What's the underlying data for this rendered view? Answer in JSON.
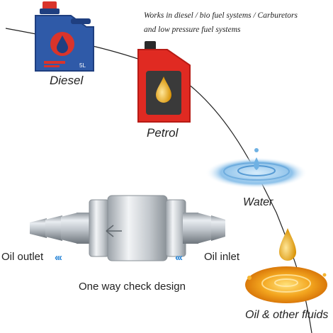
{
  "description_lines": [
    "Works in diesel / bio fuel systems / Carburetors",
    "and low pressure fuel systems"
  ],
  "labels": {
    "diesel": "Diesel",
    "petrol": "Petrol",
    "water": "Water",
    "oil": "Oil & other fluids",
    "oil_outlet": "Oil outlet",
    "oil_inlet": "Oil inlet",
    "design": "One way check design"
  },
  "diesel_can_text": "5L",
  "flow_arrows": "‹‹‹",
  "colors": {
    "diesel_can": "#2f5aa8",
    "diesel_cap": "#d9342b",
    "petrol_can": "#e02a22",
    "petrol_panel": "#3a3a3a",
    "oil_drop": "#e0a010",
    "water": "#8fc3ec",
    "arrows": "#2b87d8",
    "metal": "#c9ced4"
  }
}
